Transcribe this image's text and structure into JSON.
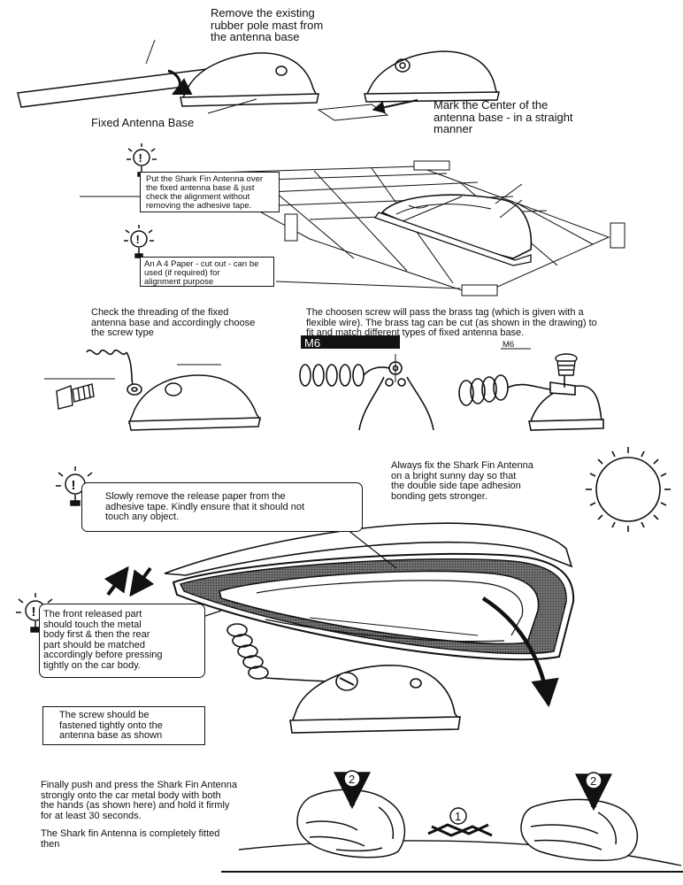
{
  "steps": {
    "remove_mast": "Remove the existing\nrubber pole mast from\nthe antenna base",
    "fixed_base": "Fixed Antenna Base",
    "mark_center": "Mark the Center of the\nantenna base - in a straight\nmanner",
    "put_over": "Put the Shark Fin Antenna over\nthe fixed antenna base & just\ncheck the alignment without\nremoving the adhesive tape.",
    "a4_paper": "An A 4 Paper - cut out - can be\nused (if required) for\nalignment purpose",
    "check_thread": "Check the threading of the fixed\nantenna base and accordingly choose\nthe screw type",
    "brass_tag": "The choosen screw will pass the brass tag (which is given with a\nflexible wire). The brass tag can be cut (as shown in the drawing) to\nfit and match different types of fixed antenna base.",
    "m6_label": "M6",
    "m6_small": "M6",
    "always_fix": "Always fix the Shark Fin Antenna\non a bright sunny day so that\nthe double side tape adhesion\nbonding gets stronger.",
    "release_paper": "Slowly remove the release paper from the\nadhesive tape. Kindly ensure that it should not\ntouch any object.",
    "front_part": "The front released part\nshould touch the metal\nbody first & then the rear\npart should be matched\naccordingly before pressing\ntightly on the car body.",
    "screw_fasten": "The screw should be\nfastened tightly onto the\nantenna base as shown",
    "final_push": "Finally push and press the Shark Fin Antenna\nstrongly onto the car metal body with both\nthe hands (as shown here) and hold it firmly\nfor at least 30 seconds.",
    "fitted": "The Shark fin Antenna is completely fitted\nthen",
    "circle_two_left": "2",
    "circle_two_right": "2",
    "circle_one": "1"
  },
  "colors": {
    "ink": "#111111",
    "paper": "#ffffff",
    "tape": "#9a9a9a",
    "tag": "#1a1a1a"
  },
  "icons": [
    "alert-bulb-icon",
    "sun-icon",
    "coil-wire-icon",
    "screw-icon",
    "hand-icon",
    "arrow-icon"
  ]
}
